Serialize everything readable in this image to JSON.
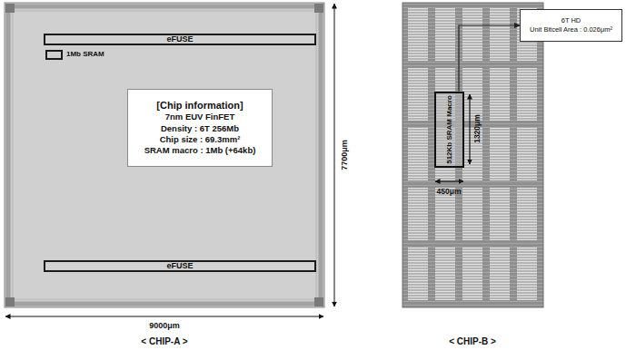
{
  "diagram": {
    "nodes": [
      {
        "text": [
          "eFUSE"
        ]
      },
      {
        "text": [
          "1Mb SRAM"
        ]
      },
      {
        "text": [
          "[Chip information]",
          "7nm EUV FinFET",
          "Density : 6T 256Mb",
          "Chip size : 69.3mm²",
          "SRAM macro : 1Mb (+64kb)"
        ]
      },
      {
        "text": [
          "eFUSE"
        ]
      },
      {
        "text": [
          "512Kb SRAM Macro"
        ]
      },
      {
        "text": [
          "6T HD",
          "Unit Bitcell Area : 0.026μm²"
        ]
      }
    ],
    "edges": [
      {
        "from": 4,
        "to": 5,
        "arrow": "to"
      }
    ],
    "labels": [
      "7700μm",
      "9000μm",
      "< CHIP-A >",
      "1320μm",
      "450μm",
      "< CHIP-B >"
    ]
  }
}
